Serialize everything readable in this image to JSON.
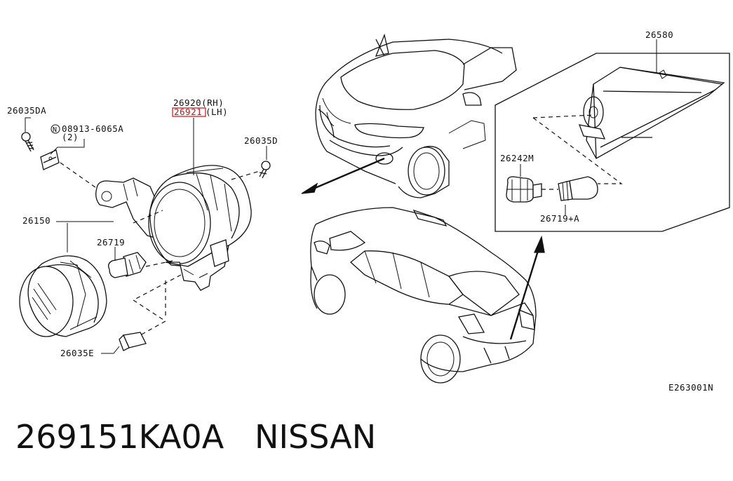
{
  "parts": {
    "p26035DA": "26035DA",
    "p08913": "08913-6065A",
    "p08913_qty": "(2)",
    "p26920": "26920(RH)",
    "p26921_num": "26921",
    "p26921_side": "(LH)",
    "p26035D": "26035D",
    "p26150": "26150",
    "p26719": "26719",
    "p26035E": "26035E",
    "p26580": "26580",
    "p26242M": "26242M",
    "p26719A": "26719+A"
  },
  "diagram_code": "E263001N",
  "caption": {
    "part_number": "269151KA0A",
    "brand": "NISSAN"
  },
  "colors": {
    "highlight": "#d01010",
    "ink": "#111111"
  }
}
